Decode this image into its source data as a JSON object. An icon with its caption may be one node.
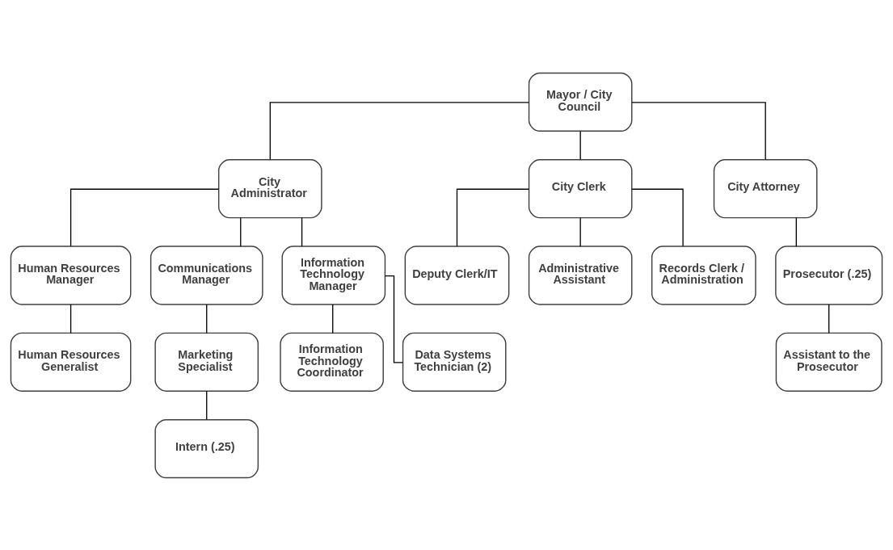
{
  "diagram": {
    "nodes": [
      {
        "text": [
          "Mayor / City Council"
        ]
      },
      {
        "text": [
          "City Administrator"
        ]
      },
      {
        "text": [
          "City Clerk"
        ]
      },
      {
        "text": [
          "City Attorney"
        ]
      },
      {
        "text": [
          "Human Resources Manager"
        ]
      },
      {
        "text": [
          "Communications Manager"
        ]
      },
      {
        "text": [
          "Information Technology Manager"
        ]
      },
      {
        "text": [
          "Human Resources Generalist"
        ]
      },
      {
        "text": [
          "Marketing Specialist"
        ]
      },
      {
        "text": [
          "Intern (.25)"
        ]
      },
      {
        "text": [
          "Information Technology Coordinator"
        ]
      },
      {
        "text": [
          "Data Systems Technician (2)"
        ]
      },
      {
        "text": [
          "Deputy Clerk/IT"
        ]
      },
      {
        "text": [
          "Administrative Assistant"
        ]
      },
      {
        "text": [
          "Records Clerk / Administration"
        ]
      },
      {
        "text": [
          "Prosecutor (.25)"
        ]
      },
      {
        "text": [
          "Assistant to the Prosecutor"
        ]
      }
    ],
    "edges": [
      {
        "from": 0,
        "to": 1,
        "arrow": "none"
      },
      {
        "from": 0,
        "to": 2,
        "arrow": "none"
      },
      {
        "from": 0,
        "to": 3,
        "arrow": "none"
      },
      {
        "from": 1,
        "to": 4,
        "arrow": "none"
      },
      {
        "from": 1,
        "to": 5,
        "arrow": "none"
      },
      {
        "from": 1,
        "to": 6,
        "arrow": "none"
      },
      {
        "from": 4,
        "to": 7,
        "arrow": "none"
      },
      {
        "from": 5,
        "to": 8,
        "arrow": "none"
      },
      {
        "from": 8,
        "to": 9,
        "arrow": "none"
      },
      {
        "from": 6,
        "to": 10,
        "arrow": "none"
      },
      {
        "from": 6,
        "to": 11,
        "arrow": "none"
      },
      {
        "from": 2,
        "to": 12,
        "arrow": "none"
      },
      {
        "from": 2,
        "to": 13,
        "arrow": "none"
      },
      {
        "from": 2,
        "to": 14,
        "arrow": "none"
      },
      {
        "from": 3,
        "to": 15,
        "arrow": "none"
      },
      {
        "from": 15,
        "to": 16,
        "arrow": "none"
      }
    ]
  }
}
